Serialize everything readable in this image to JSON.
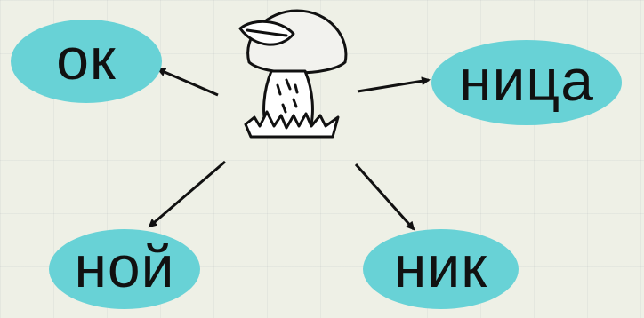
{
  "center": {
    "icon": "mushroom-icon"
  },
  "suffixes": {
    "top_left": "ок",
    "top_right": "ница",
    "bottom_left": "ной",
    "bottom_right": "ник"
  },
  "colors": {
    "bubble": "#68d2d6",
    "background": "#eef0e6",
    "ink": "#111111"
  }
}
